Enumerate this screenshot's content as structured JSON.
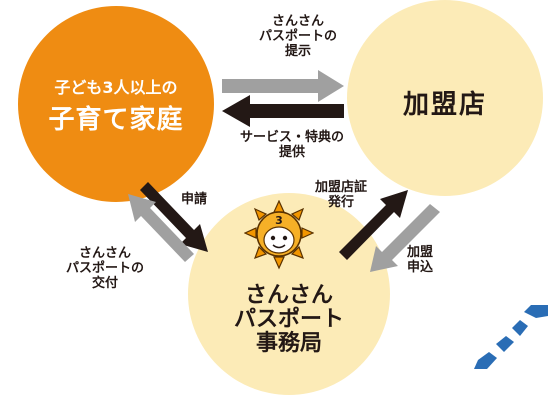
{
  "nodes": {
    "family": {
      "line1": "子ども3人以上の",
      "line2": "子育て家庭"
    },
    "store": {
      "name": "加盟店"
    },
    "office": {
      "line1": "さんさん",
      "line2": "パスポート",
      "line3": "事務局"
    }
  },
  "labels": {
    "top": {
      "line1": "さんさん",
      "line2": "パスポートの",
      "line3": "提示"
    },
    "mid": {
      "line1": "サービス・特典の",
      "line2": "提供"
    },
    "apply": "申請",
    "deliver": {
      "line1": "さんさん",
      "line2": "パスポートの",
      "line3": "交付"
    },
    "cert": {
      "line1": "加盟店証",
      "line2": "発行"
    },
    "join": {
      "line1": "加盟",
      "line2": "申込"
    }
  },
  "mascot": {
    "number": "3"
  },
  "colors": {
    "family_circle": "#ef8c12",
    "store_circle": "#fcebb7",
    "office_circle": "#fcebb7",
    "gray_arrow": "#a0a0a0",
    "dark_arrow": "#231815",
    "decor_stroke": "#2a6db5"
  }
}
